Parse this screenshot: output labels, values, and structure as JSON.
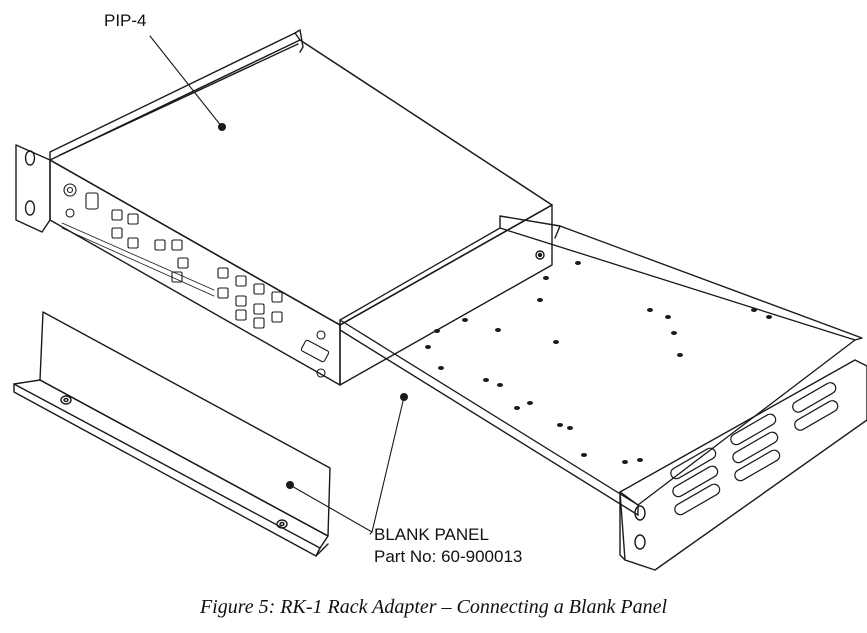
{
  "callouts": {
    "device_label": "PIP-4",
    "panel_label": "BLANK PANEL",
    "panel_part": "Part No: 60-900013"
  },
  "caption": "Figure 5: RK-1 Rack Adapter – Connecting a Blank Panel",
  "colors": {
    "line": "#1a1a1a",
    "background": "#ffffff"
  }
}
